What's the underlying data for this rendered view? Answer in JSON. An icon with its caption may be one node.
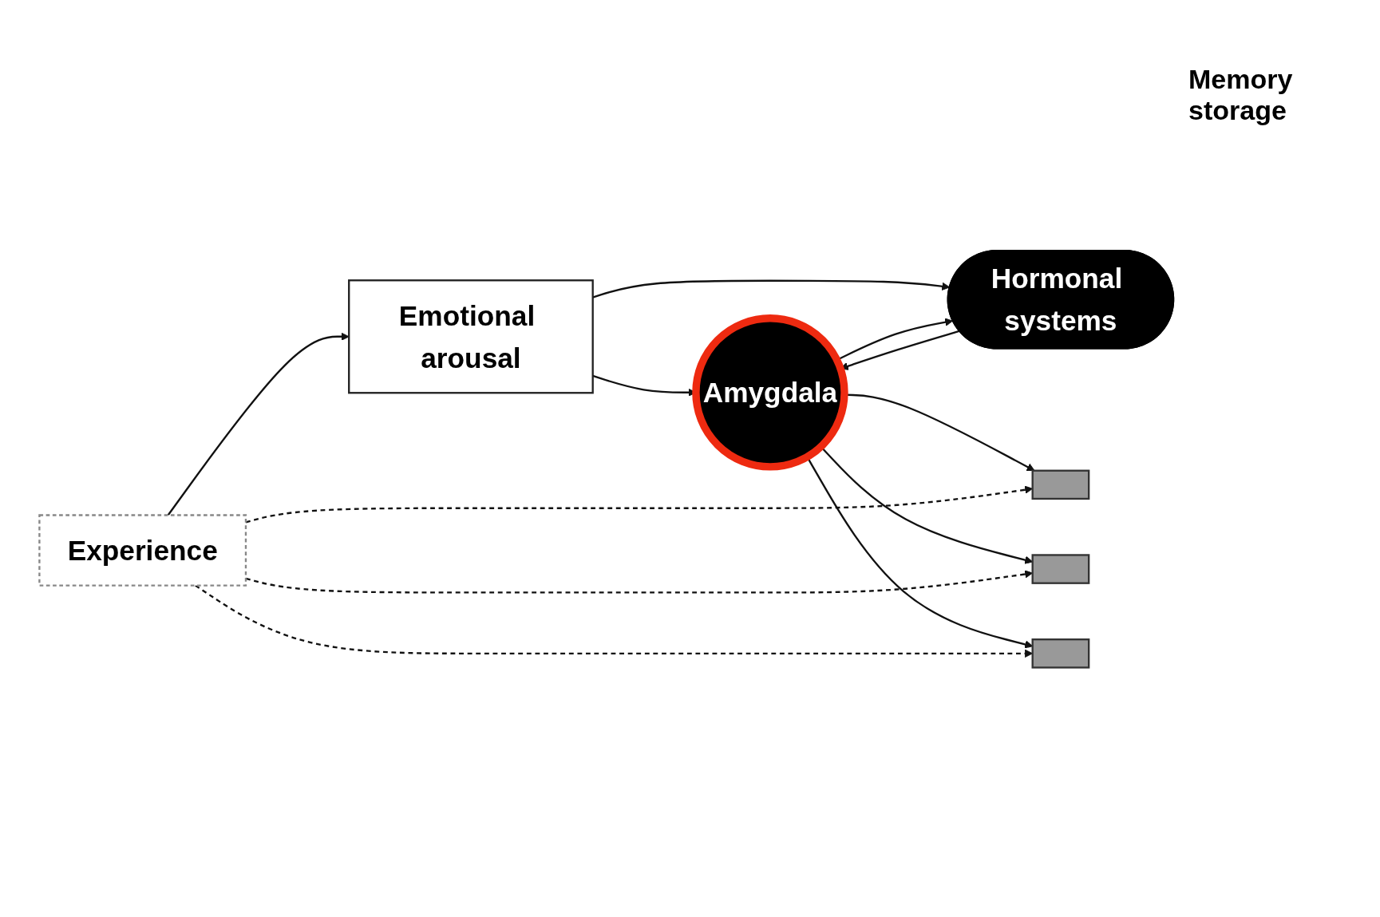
{
  "diagram": {
    "nodes": [
      {
        "text": [
          "Experience"
        ]
      },
      {
        "text": [
          "Emotional arousal"
        ]
      },
      {
        "text": [
          "Amygdala"
        ]
      },
      {
        "text": [
          "Hormonal systems"
        ]
      },
      {
        "text": [],
        "shape": "box"
      },
      {
        "text": [],
        "shape": "box"
      },
      {
        "text": [],
        "shape": "box"
      }
    ],
    "edges": [
      {
        "from": 0,
        "to": 1,
        "arrow": "to"
      },
      {
        "from": 1,
        "to": 2,
        "arrow": "to"
      },
      {
        "from": 1,
        "to": 3,
        "arrow": "to"
      },
      {
        "from": 2,
        "to": 3,
        "arrow": "to"
      },
      {
        "from": 3,
        "to": 2,
        "arrow": "to"
      },
      {
        "from": 2,
        "to": 4,
        "arrow": "to"
      },
      {
        "from": 2,
        "to": 5,
        "arrow": "to"
      },
      {
        "from": 2,
        "to": 6,
        "arrow": "to"
      },
      {
        "from": 0,
        "to": 4,
        "arrow": "to",
        "style": "dashed"
      },
      {
        "from": 0,
        "to": 5,
        "arrow": "to",
        "style": "dashed"
      },
      {
        "from": 0,
        "to": 6,
        "arrow": "to",
        "style": "dashed"
      }
    ],
    "labels": [
      "Memory storage"
    ]
  }
}
